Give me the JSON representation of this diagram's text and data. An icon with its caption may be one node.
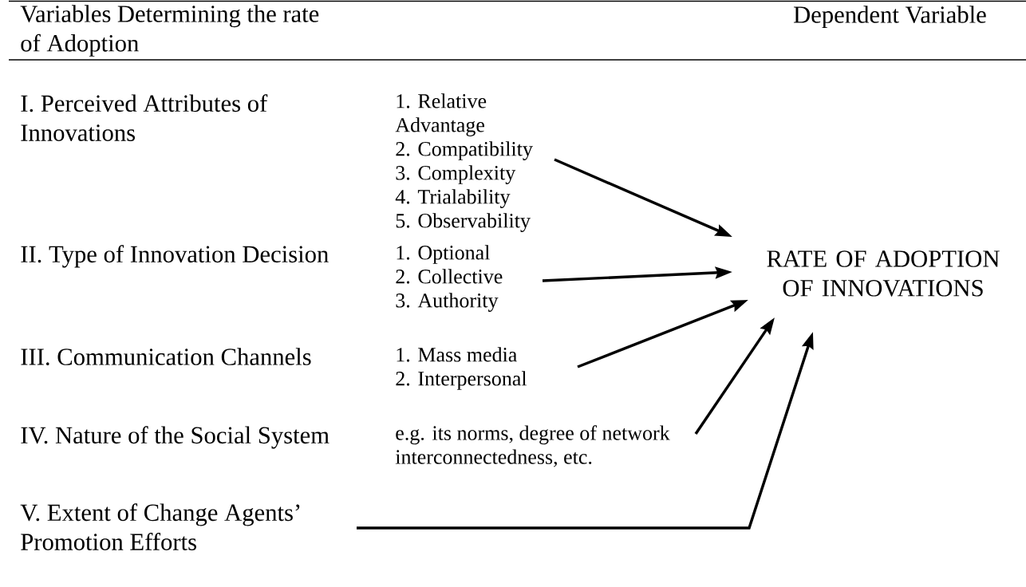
{
  "diagram": {
    "nodes": [
      {
        "text": [
          "1. Relative Advantage",
          "2. Compatibility",
          "3. Complexity",
          "4. Trialability",
          "5. Observability"
        ]
      },
      {
        "text": [
          "1. Optional",
          "2. Collective",
          "3. Authority"
        ]
      },
      {
        "text": [
          "1. Mass media",
          "2. Interpersonal"
        ]
      },
      {
        "text": [
          "e.g. its norms, degree of network interconnectedness, etc."
        ]
      },
      {
        "text": [
          "V. Extent of Change Agents’ Promotion Efforts"
        ]
      },
      {
        "text": [
          "RATE OF ADOPTION OF INNOVATIONS"
        ]
      }
    ],
    "edges": [
      {
        "from": 0,
        "to": 5,
        "arrow": "to"
      },
      {
        "from": 1,
        "to": 5,
        "arrow": "to"
      },
      {
        "from": 2,
        "to": 5,
        "arrow": "to"
      },
      {
        "from": 3,
        "to": 5,
        "arrow": "to"
      },
      {
        "from": 4,
        "to": 5,
        "arrow": "to"
      }
    ],
    "labels": [
      "Variables Determining the rate of Adoption",
      "Dependent Variable",
      "I. Perceived Attributes of Innovations",
      "II. Type of Innovation Decision",
      "III. Communication Channels",
      "IV. Nature of the Social System"
    ]
  }
}
